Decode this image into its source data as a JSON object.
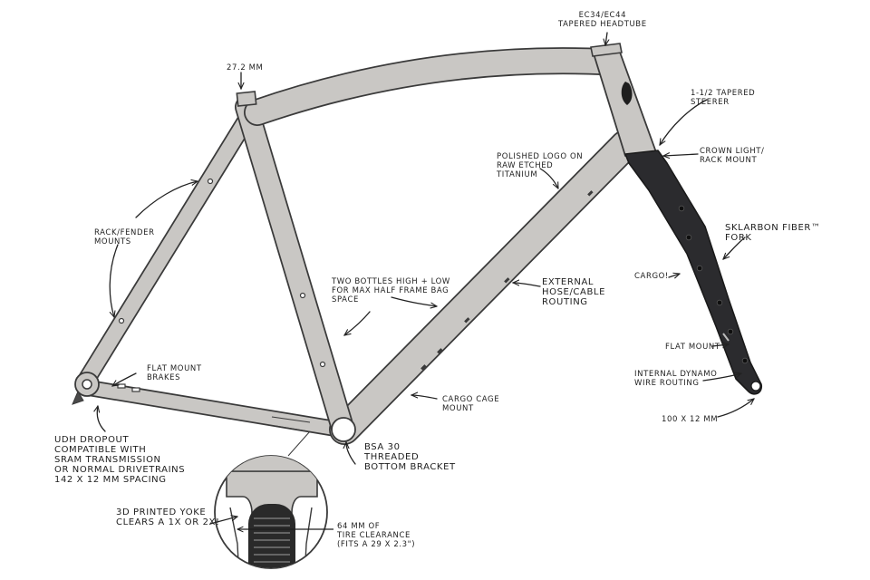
{
  "colors": {
    "frame_fill": "#c9c7c4",
    "frame_outline": "#3a3a3a",
    "fork_fill": "#2b2b2e",
    "background": "#ffffff",
    "text": "#1e1e1e"
  },
  "labels": {
    "headtube": "EC34/EC44\nTAPERED HEADTUBE",
    "seatpost": "27.2 mm",
    "steerer": "1-1/2 TAPERED\nSTEERER",
    "crown": "CROWN LIGHT/\nRACK MOUNT",
    "logo": "POLISHED LOGO ON\nRAW ETCHED\nTITANIUM",
    "rack": "RACK/FENDER\nMOUNTS",
    "fork": "SKLARBON FIBER™\nFORK",
    "cargo_fork": "CARGO!",
    "bottles": "TWO BOTTLES HIGH + LOW\nFOR MAX HALF FRAME BAG\nSPACE",
    "hose": "EXTERNAL\nHOSE/CABLE\nROUTING",
    "flatmount_fork": "FLAT MOUNT",
    "dynamo": "INTERNAL DYNAMO\nWIRE ROUTING",
    "flatmount_brakes": "FLAT MOUNT\nBRAKES",
    "cargo_cage": "CARGO CAGE\nMOUNT",
    "axle": "100 X 12 mm",
    "udh": "UDH DROPOUT\nCOMPATIBLE WITH\nSRAM TRANSMISSION\nOR NORMAL DRIVETRAINS\n142 X 12 mm SPACING",
    "bsa": "BSA 30\nTHREADED\nBOTTOM BRACKET",
    "yoke": "3D PRINTED YOKE\nCLEARS A 1X OR 2X!",
    "clearance": "64 mm OF\nTIRE CLEARANCE\n(FITS A 29 X 2.3\")"
  }
}
